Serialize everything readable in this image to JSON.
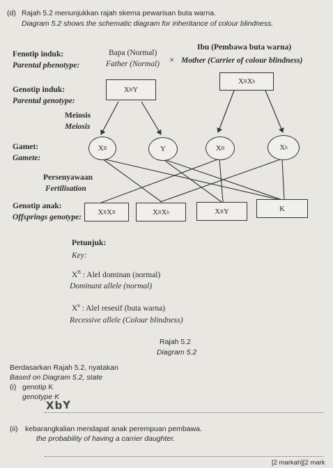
{
  "question": {
    "label": "(d)",
    "line_ms": "Rajah 5.2 menunjukkan rajah skema pewarisan buta warna.",
    "line_en": "Diagram 5.2 shows the schematic diagram for inheritance of colour blindness."
  },
  "diagram": {
    "parental_phenotype_ms": "Fenotip induk:",
    "parental_phenotype_en": "Parental phenotype:",
    "father_ms": "Bapa (Normal)",
    "father_en": "Father (Normal)",
    "cross": "×",
    "mother_ms": "Ibu (Pembawa buta warna)",
    "mother_en": "Mother (Carrier of colour blindness)",
    "parental_genotype_ms": "Genotip induk:",
    "parental_genotype_en": "Parental genotype:",
    "father_genotype": {
      "base": "X",
      "sup1": "B",
      "tail": "Y"
    },
    "mother_genotype": {
      "base": "X",
      "sup1": "B",
      "base2": "X",
      "sup2": "b"
    },
    "meiosis_ms": "Meiosis",
    "meiosis_en": "Meiosis",
    "gamete_ms": "Gamet:",
    "gamete_en": "Gamete:",
    "gametes": [
      {
        "base": "X",
        "sup": "B"
      },
      {
        "base": "Y",
        "sup": ""
      },
      {
        "base": "X",
        "sup": "B"
      },
      {
        "base": "X",
        "sup": "b"
      }
    ],
    "fertilisation_ms": "Persenyawaan",
    "fertilisation_en": "Fertilisation",
    "offspring_ms": "Genotip anak:",
    "offspring_en": "Offsprings genotype:",
    "offspring": [
      {
        "base": "X",
        "sup1": "B",
        "base2": "X",
        "sup2": "B"
      },
      {
        "base": "X",
        "sup1": "B",
        "base2": "X",
        "sup2": "b"
      },
      {
        "base": "X",
        "sup1": "B",
        "base2": "Y",
        "sup2": ""
      },
      {
        "base": "K",
        "sup1": "",
        "base2": "",
        "sup2": ""
      }
    ]
  },
  "key": {
    "title_ms": "Petunjuk:",
    "title_en": "Key:",
    "dominant_symbol": {
      "base": "X",
      "sup": "B"
    },
    "dominant_ms": ": Alel dominan (normal)",
    "dominant_en": "Dominant allele (normal)",
    "recessive_symbol": {
      "base": "X",
      "sup": "b"
    },
    "recessive_ms": ": Alel resesif (buta warna)",
    "recessive_en": "Recessive allele (Colour blindness)"
  },
  "caption": {
    "ms": "Rajah 5.2",
    "en": "Diagram 5.2"
  },
  "instruction": {
    "ms": "Berdasarkan Rajah 5.2, nyatakan",
    "en": "Based on Diagram 5.2, state"
  },
  "part_i": {
    "label": "(i)",
    "ms": "genotip K",
    "en": "genotype K",
    "handwritten_answer": "XbY"
  },
  "part_ii": {
    "label": "(ii)",
    "ms": "kebarangkalian mendapat anak perempuan pembawa.",
    "en": "the probability of having a carrier daughter."
  },
  "marks": "[2 markah][2 mark"
}
